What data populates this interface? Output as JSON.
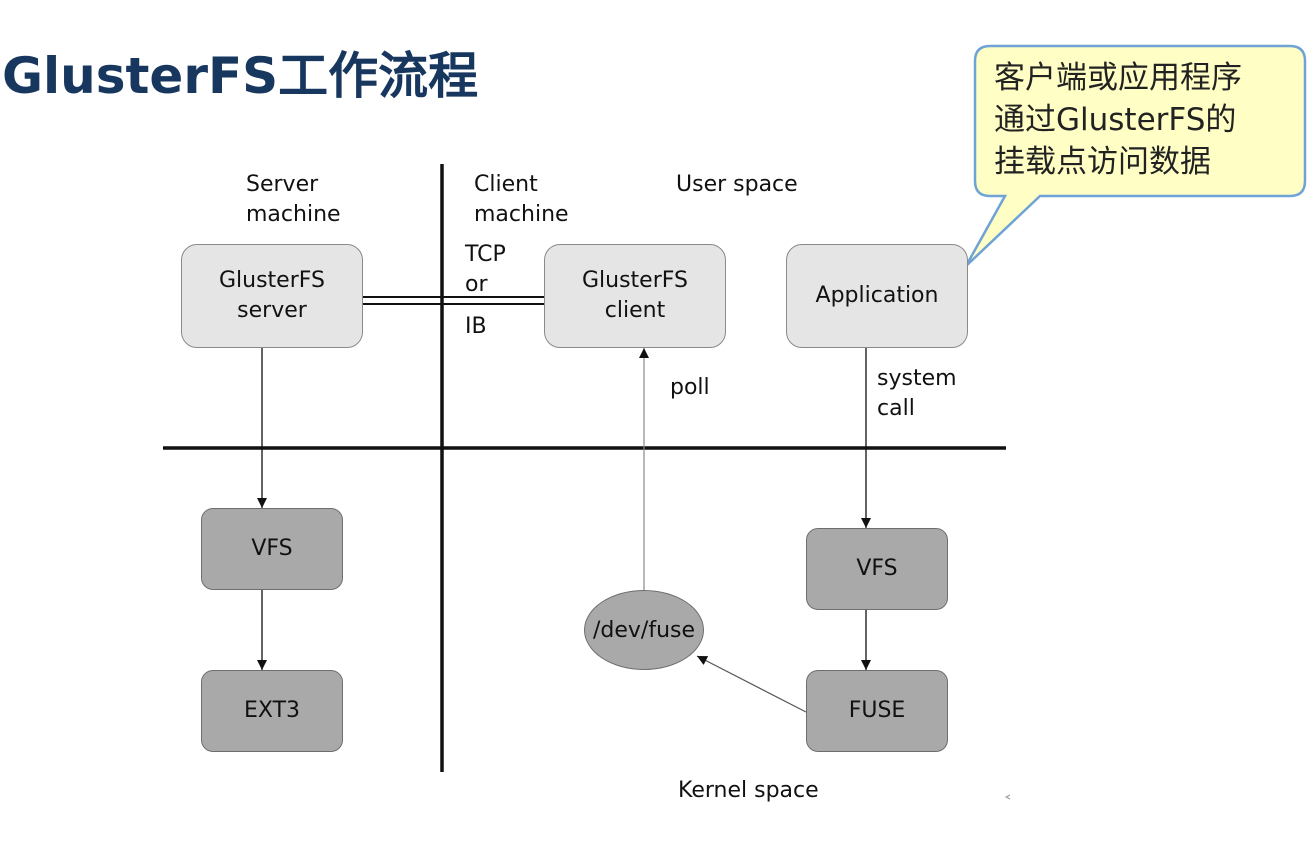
{
  "title": "GlusterFS工作流程",
  "callout": {
    "text": "客户端或应用程序\n通过GlusterFS的\n挂载点访问数据",
    "fill": "#ffffc5",
    "border": "#6fa3d5"
  },
  "labels": {
    "server_machine": "Server\nmachine",
    "client_machine": "Client\nmachine",
    "user_space": "User space",
    "kernel_space": "Kernel space",
    "tcp_or": "TCP\nor",
    "ib": "IB",
    "poll": "poll",
    "system_call": "system\ncall"
  },
  "boxes": {
    "glusterfs_server": "GlusterFS\nserver",
    "glusterfs_client": "GlusterFS\nclient",
    "application": "Application",
    "server_vfs": "VFS",
    "ext3": "EXT3",
    "client_vfs": "VFS",
    "fuse": "FUSE",
    "dev_fuse": "/dev/fuse"
  },
  "colors": {
    "title": "#17375e",
    "light_box": "#e5e5e5",
    "dark_box": "#a9a9a9"
  }
}
